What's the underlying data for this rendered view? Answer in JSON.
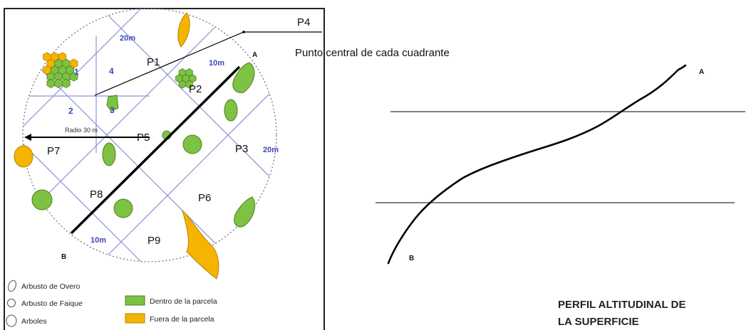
{
  "labels": {
    "p4": "P4",
    "center_note": "Punto central de cada cuadrante",
    "p1": "P1",
    "p2": "P2",
    "p3": "P3",
    "p5": "P5",
    "p6": "P6",
    "p7": "P7",
    "p8": "P8",
    "p9": "P9",
    "point_a": "A",
    "point_b": "B",
    "dist_top": "20m",
    "dist_right_top": "10m",
    "dist_right": "20m",
    "dist_bottom": "10m",
    "quad_4": "4",
    "quad_1": "1",
    "quad_2": "2",
    "quad_3": "3",
    "radius": "Radio 30 m"
  },
  "legend": {
    "overo": "Arbusto de Overo",
    "faique": "Arbusto de Faique",
    "arboles": "Arboles",
    "inside": "Dentro de la parcela",
    "outside": "Fuera de la parcela"
  },
  "colors": {
    "inside": "#7dc242",
    "outside": "#f4b400",
    "grid": "#8d93d8"
  },
  "profile": {
    "title_line1": "PERFIL ALTITUDINAL DE",
    "title_line2": "LA SUPERFICIE",
    "point_a": "A",
    "point_b": "B"
  }
}
